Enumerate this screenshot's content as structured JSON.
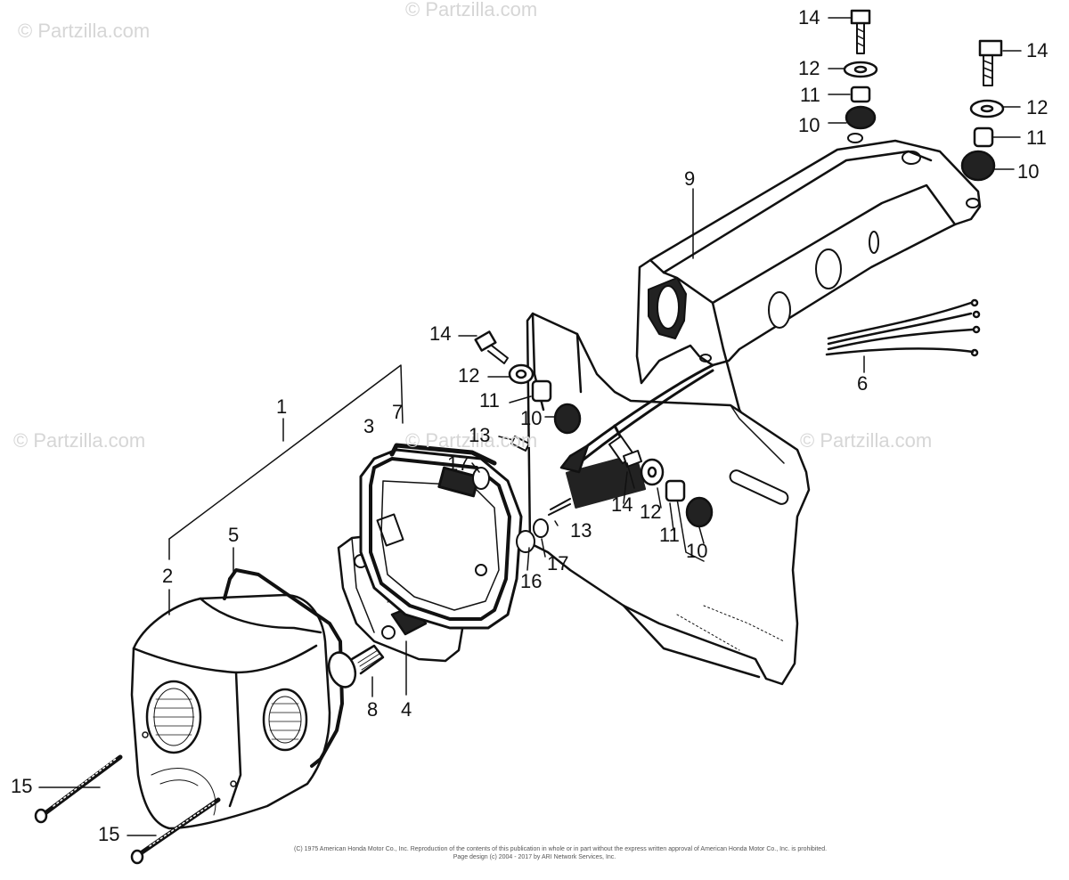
{
  "watermark": "© Partzilla.com",
  "callouts": [
    {
      "id": "c14a",
      "label": "14"
    },
    {
      "id": "c12a",
      "label": "12"
    },
    {
      "id": "c11a",
      "label": "11"
    },
    {
      "id": "c10a",
      "label": "10"
    },
    {
      "id": "c14b",
      "label": "14"
    },
    {
      "id": "c12b",
      "label": "12"
    },
    {
      "id": "c11b",
      "label": "11"
    },
    {
      "id": "c10b",
      "label": "10"
    },
    {
      "id": "c9",
      "label": "9"
    },
    {
      "id": "c6",
      "label": "6"
    },
    {
      "id": "c14c",
      "label": "14"
    },
    {
      "id": "c12c",
      "label": "12"
    },
    {
      "id": "c11c",
      "label": "11"
    },
    {
      "id": "c10c",
      "label": "10"
    },
    {
      "id": "c13a",
      "label": "13"
    },
    {
      "id": "c17a",
      "label": "17"
    },
    {
      "id": "c1",
      "label": "1"
    },
    {
      "id": "c7",
      "label": "7"
    },
    {
      "id": "c3",
      "label": "3"
    },
    {
      "id": "c14d",
      "label": "14"
    },
    {
      "id": "c12d",
      "label": "12"
    },
    {
      "id": "c11d",
      "label": "11"
    },
    {
      "id": "c10d",
      "label": "10"
    },
    {
      "id": "c13b",
      "label": "13"
    },
    {
      "id": "c17b",
      "label": "17"
    },
    {
      "id": "c16",
      "label": "16"
    },
    {
      "id": "c5",
      "label": "5"
    },
    {
      "id": "c2",
      "label": "2"
    },
    {
      "id": "c8",
      "label": "8"
    },
    {
      "id": "c4",
      "label": "4"
    },
    {
      "id": "c15a",
      "label": "15"
    },
    {
      "id": "c15b",
      "label": "15"
    }
  ],
  "footer": {
    "line1": "(C) 1975 American Honda Motor Co., Inc. Reproduction of the contents of this publication in whole or in part without the express written approval of American Honda Motor Co., Inc. is prohibited.",
    "line2": "Page design (c) 2004 - 2017 by ARI Network Services, Inc."
  }
}
